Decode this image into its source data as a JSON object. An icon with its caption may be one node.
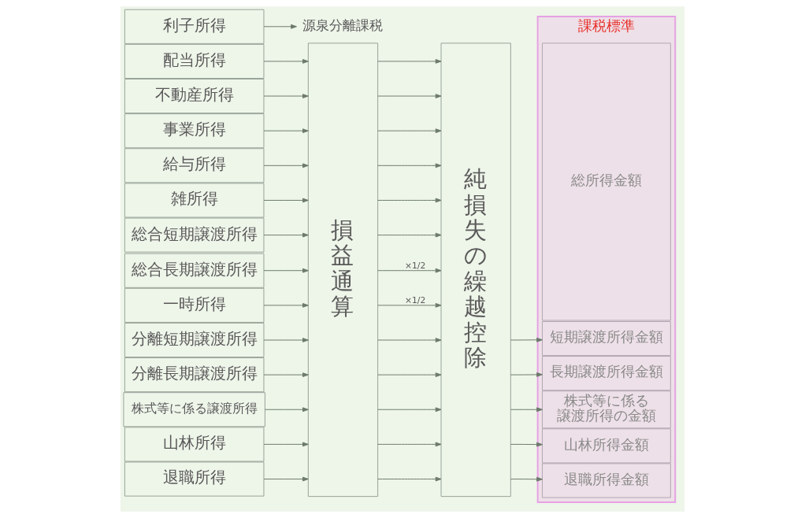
{
  "diagram": {
    "nodes": [
      {
        "text": [
          "利子所得"
        ]
      },
      {
        "text": [
          "配当所得"
        ]
      },
      {
        "text": [
          "不動産所得"
        ]
      },
      {
        "text": [
          "事業所得"
        ]
      },
      {
        "text": [
          "給与所得"
        ]
      },
      {
        "text": [
          "雑所得"
        ]
      },
      {
        "text": [
          "総合短期譲渡所得"
        ]
      },
      {
        "text": [
          "総合長期譲渡所得"
        ]
      },
      {
        "text": [
          "一時所得"
        ]
      },
      {
        "text": [
          "分離短期譲渡所得"
        ]
      },
      {
        "text": [
          "分離長期譲渡所得"
        ]
      },
      {
        "text": [
          "株式等に係る譲渡所得"
        ]
      },
      {
        "text": [
          "山林所得"
        ]
      },
      {
        "text": [
          "退職所得"
        ]
      },
      {
        "text": [
          "源泉分離課税"
        ]
      },
      {
        "text": [
          "損益通算"
        ]
      },
      {
        "text": [
          "純損失の繰越控除"
        ]
      },
      {
        "text": [
          "課税標準"
        ]
      },
      {
        "text": [
          "総所得金額"
        ],
        "in": 17
      },
      {
        "text": [
          "短期譲渡所得金額"
        ],
        "in": 17
      },
      {
        "text": [
          "長期譲渡所得金額"
        ],
        "in": 17
      },
      {
        "text": [
          "株式等に係る譲渡所得の金額"
        ],
        "in": 17
      },
      {
        "text": [
          "山林所得金額"
        ],
        "in": 17
      },
      {
        "text": [
          "退職所得金額"
        ],
        "in": 17
      }
    ],
    "edges": [
      {
        "from": 0,
        "to": 14,
        "arrow": "to"
      },
      {
        "from": 1,
        "to": 15,
        "arrow": "to"
      },
      {
        "from": 2,
        "to": 15,
        "arrow": "to"
      },
      {
        "from": 3,
        "to": 15,
        "arrow": "to"
      },
      {
        "from": 4,
        "to": 15,
        "arrow": "to"
      },
      {
        "from": 5,
        "to": 15,
        "arrow": "to"
      },
      {
        "from": 6,
        "to": 15,
        "arrow": "to"
      },
      {
        "from": 7,
        "to": 15,
        "arrow": "to"
      },
      {
        "from": 8,
        "to": 15,
        "arrow": "to"
      },
      {
        "from": 9,
        "to": 15,
        "arrow": "to"
      },
      {
        "from": 10,
        "to": 15,
        "arrow": "to"
      },
      {
        "from": 11,
        "to": 15,
        "arrow": "to"
      },
      {
        "from": 12,
        "to": 15,
        "arrow": "to"
      },
      {
        "from": 13,
        "to": 15,
        "arrow": "to"
      },
      {
        "from": 15,
        "to": 16,
        "arrow": "to"
      },
      {
        "from": 15,
        "to": 16,
        "arrow": "to"
      },
      {
        "from": 15,
        "to": 16,
        "arrow": "to"
      },
      {
        "from": 15,
        "to": 16,
        "arrow": "to"
      },
      {
        "from": 15,
        "to": 16,
        "arrow": "to"
      },
      {
        "from": 15,
        "to": 16,
        "arrow": "to"
      },
      {
        "from": 15,
        "to": 16,
        "label": "×1/2",
        "arrow": "to"
      },
      {
        "from": 15,
        "to": 16,
        "label": "×1/2",
        "arrow": "to"
      },
      {
        "from": 15,
        "to": 16,
        "arrow": "to"
      },
      {
        "from": 15,
        "to": 16,
        "arrow": "to"
      },
      {
        "from": 15,
        "to": 16,
        "arrow": "to"
      },
      {
        "from": 15,
        "to": 16,
        "arrow": "to"
      },
      {
        "from": 15,
        "to": 16,
        "arrow": "to"
      },
      {
        "from": 16,
        "to": 19,
        "arrow": "to"
      },
      {
        "from": 16,
        "to": 20,
        "arrow": "to"
      },
      {
        "from": 16,
        "to": 21,
        "arrow": "to"
      },
      {
        "from": 16,
        "to": 22,
        "arrow": "to"
      },
      {
        "from": 16,
        "to": 23,
        "arrow": "to"
      }
    ]
  }
}
